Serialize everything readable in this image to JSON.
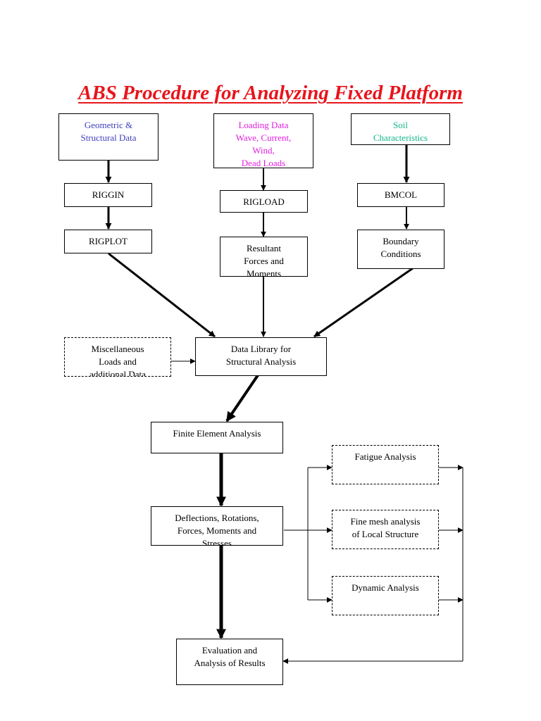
{
  "title": "ABS Procedure for Analyzing Fixed Platform",
  "nodes": {
    "geometric": {
      "lines": [
        "Geometric &",
        "Structural Data"
      ],
      "color": "#4040c0"
    },
    "loading": {
      "lines": [
        "Loading Data",
        "Wave, Current,",
        "Wind,",
        "Dead Loads"
      ],
      "color": "#e020e0"
    },
    "soil": {
      "lines": [
        "Soil",
        "Characteristics"
      ],
      "color": "#10b88a"
    },
    "riggin": {
      "lines": [
        "RIGGIN"
      ]
    },
    "rigplot": {
      "lines": [
        "RIGPLOT"
      ]
    },
    "rigload": {
      "lines": [
        "RIGLOAD"
      ]
    },
    "resultant": {
      "lines": [
        "Resultant",
        "Forces and",
        "Moments"
      ]
    },
    "bmcol": {
      "lines": [
        "BMCOL"
      ]
    },
    "boundary": {
      "lines": [
        "Boundary",
        "Conditions"
      ]
    },
    "misc": {
      "lines": [
        "Miscellaneous",
        "Loads and",
        "additional Data"
      ]
    },
    "library": {
      "lines": [
        "Data Library for",
        "Structural Analysis"
      ]
    },
    "fea": {
      "lines": [
        "Finite Element Analysis"
      ]
    },
    "deflections": {
      "lines": [
        "Deflections, Rotations,",
        "Forces, Moments and",
        "Stresses"
      ]
    },
    "fatigue": {
      "lines": [
        "Fatigue Analysis"
      ]
    },
    "finemesh": {
      "lines": [
        "Fine mesh analysis",
        "of Local Structure"
      ]
    },
    "dynamic": {
      "lines": [
        "Dynamic Analysis"
      ]
    },
    "evaluation": {
      "lines": [
        "Evaluation and",
        "Analysis of Results"
      ]
    }
  }
}
